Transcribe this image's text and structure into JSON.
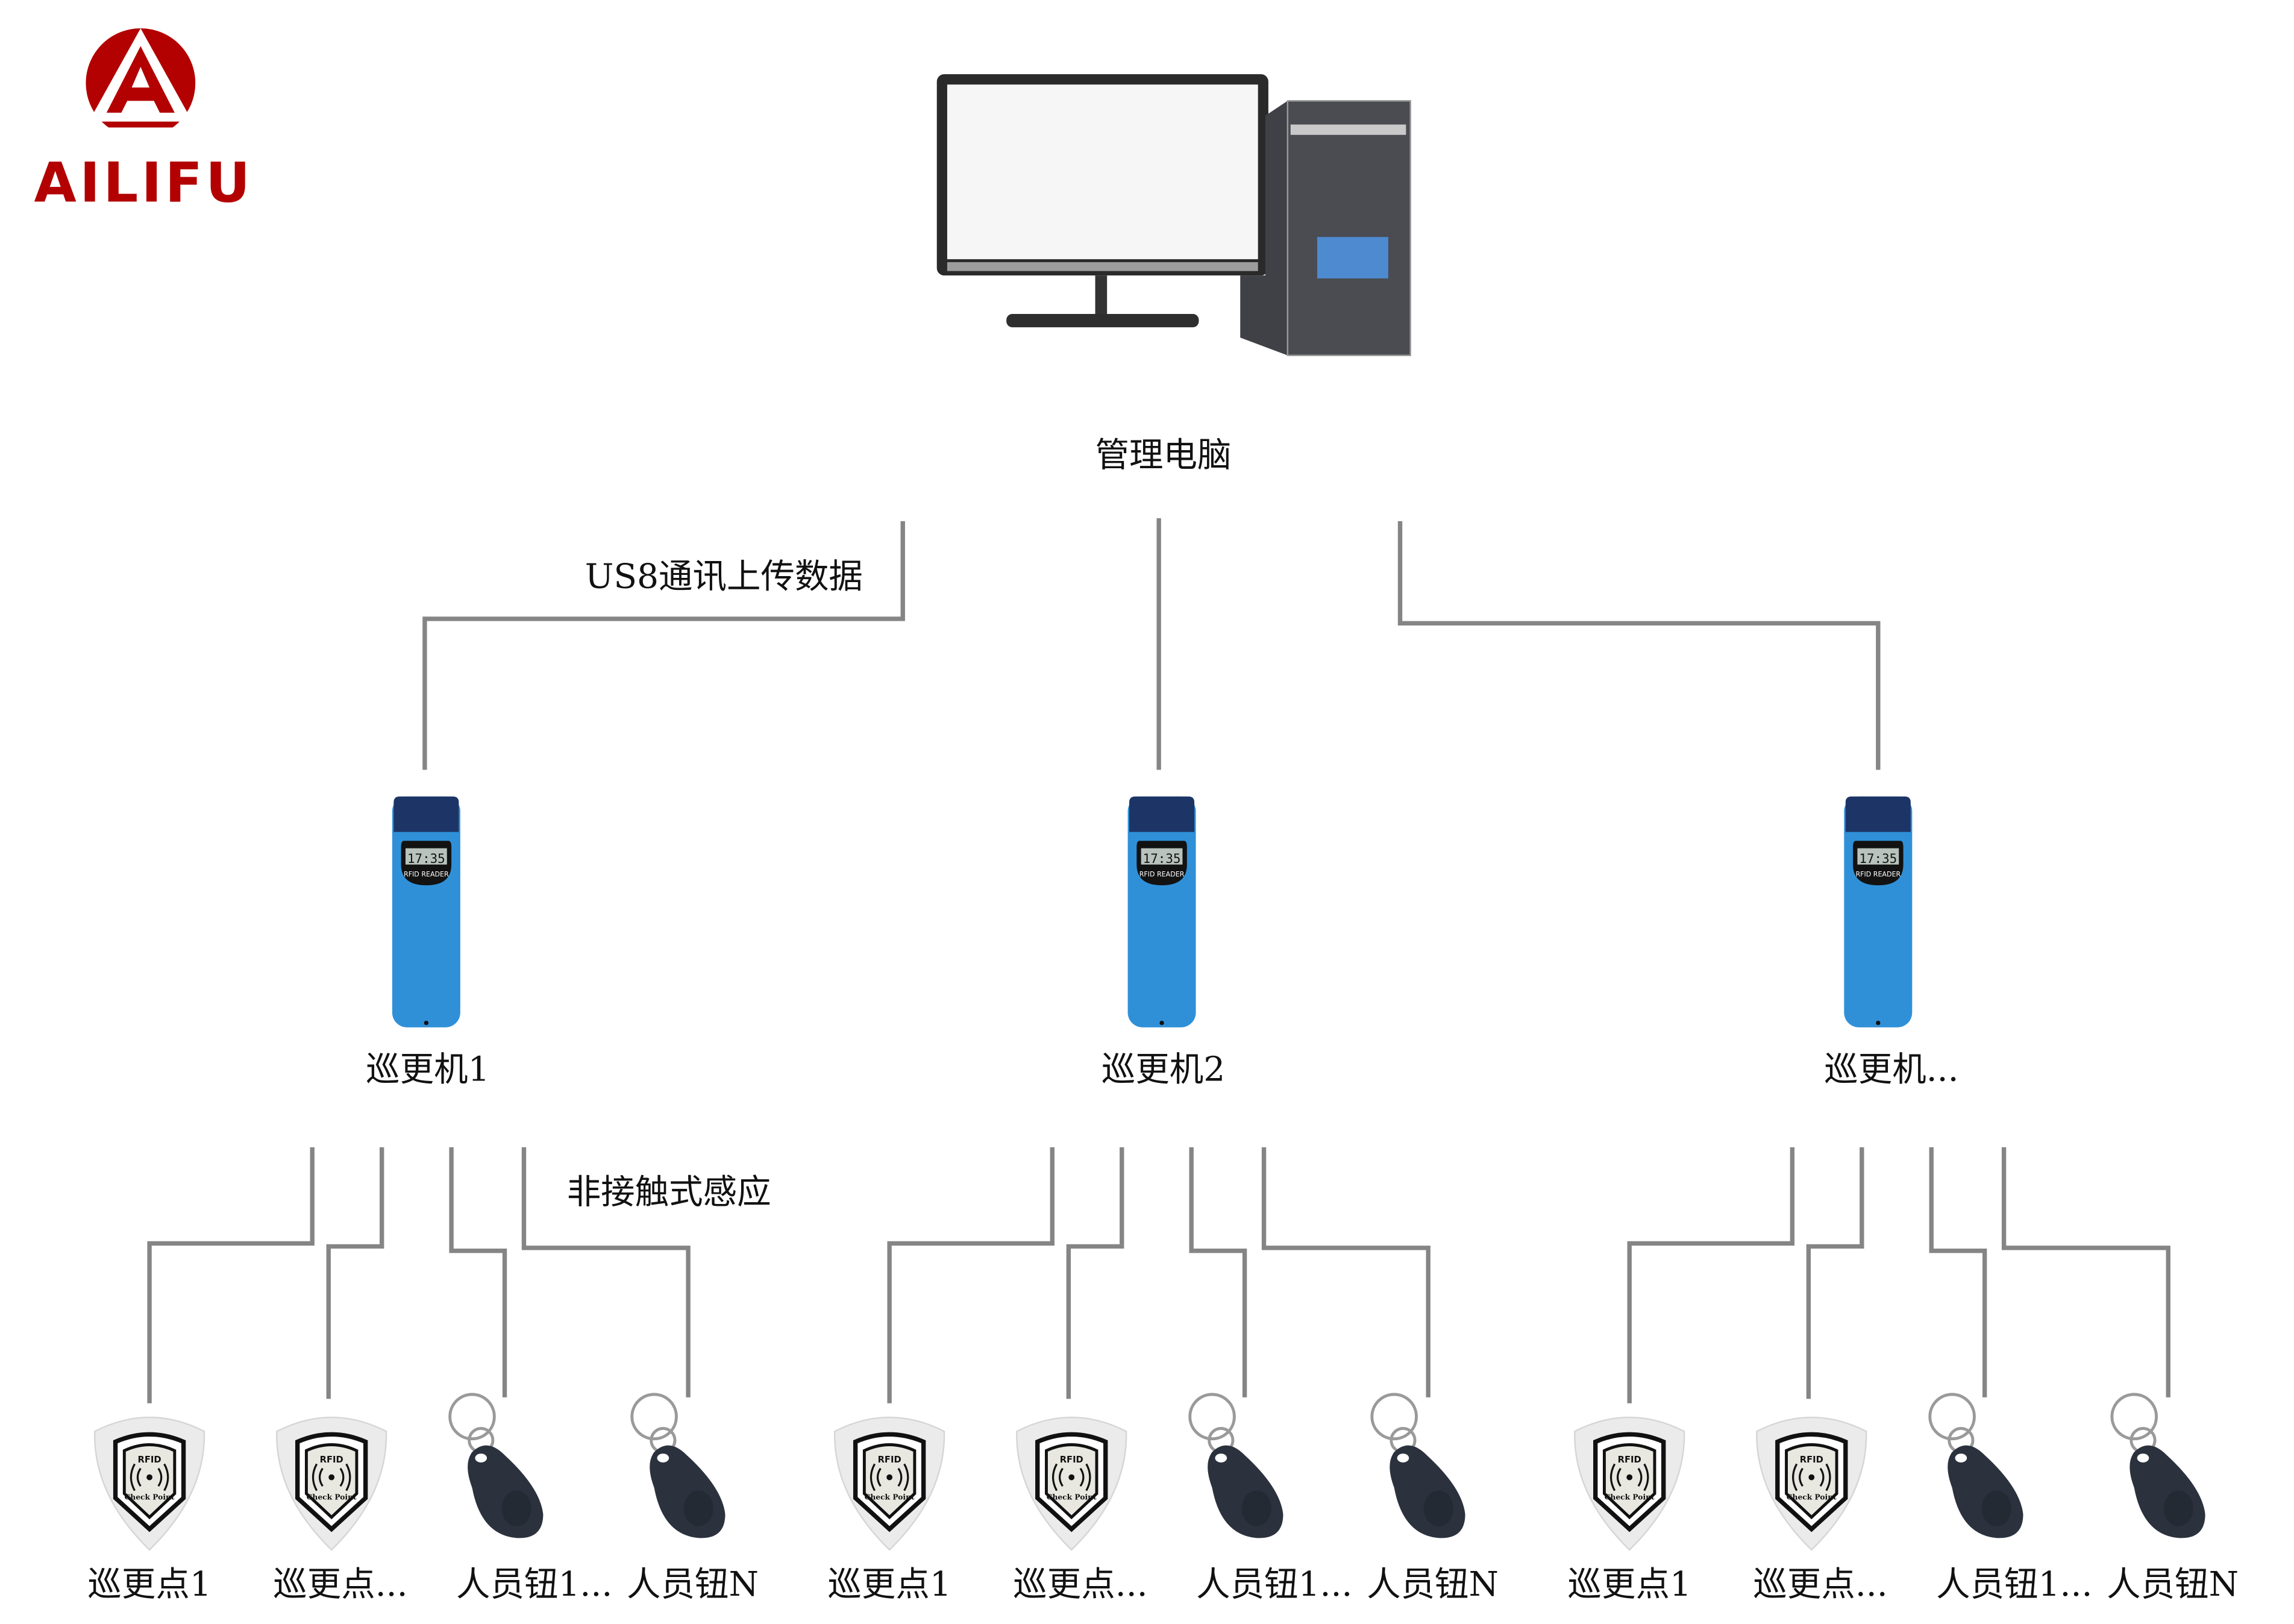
{
  "logo": {
    "brand": "AILIFU",
    "color": "#b30000"
  },
  "server": {
    "label": "管理电脑"
  },
  "upload_label": "US8通讯上传数据",
  "sense_label": "非接触式感应",
  "line_color": "#858585",
  "reader_screen": {
    "time": "17:35",
    "brand": "RFID READER"
  },
  "checkpoint_badge": {
    "top": "RFID",
    "bottom": "Check Point"
  },
  "groups": [
    {
      "reader_label": "巡更机1",
      "tags": [
        "巡更点1",
        "巡更点...",
        "人员钮1...",
        "人员钮N"
      ]
    },
    {
      "reader_label": "巡更机2",
      "tags": [
        "巡更点1",
        "巡更点...",
        "人员钮1...",
        "人员钮N"
      ]
    },
    {
      "reader_label": "巡更机...",
      "tags": [
        "巡更点1",
        "巡更点...",
        "人员钮1...",
        "人员钮N"
      ]
    }
  ]
}
